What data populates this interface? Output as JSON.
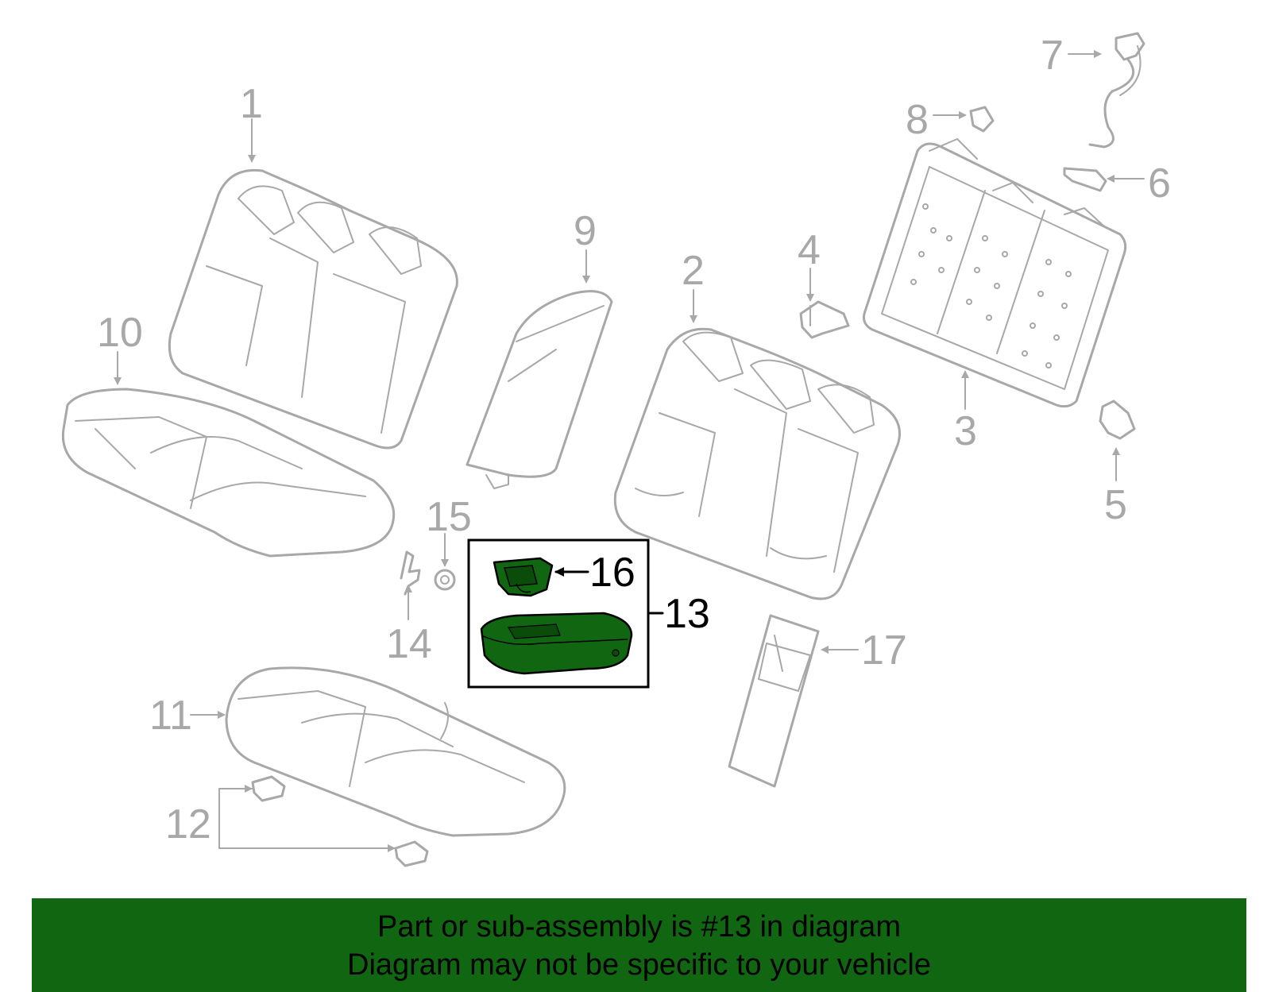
{
  "callouts": {
    "c1": "1",
    "c2": "2",
    "c3": "3",
    "c4": "4",
    "c5": "5",
    "c6": "6",
    "c7": "7",
    "c8": "8",
    "c9": "9",
    "c10": "10",
    "c11": "11",
    "c12": "12",
    "c13": "13",
    "c14": "14",
    "c15": "15",
    "c16": "16",
    "c17": "17"
  },
  "highlight": {
    "callout": "13",
    "color": "#116611"
  },
  "banner": {
    "line1": "Part or sub-assembly is #13 in diagram",
    "line2": "Diagram may not be specific to your vehicle",
    "background": "#116611"
  }
}
